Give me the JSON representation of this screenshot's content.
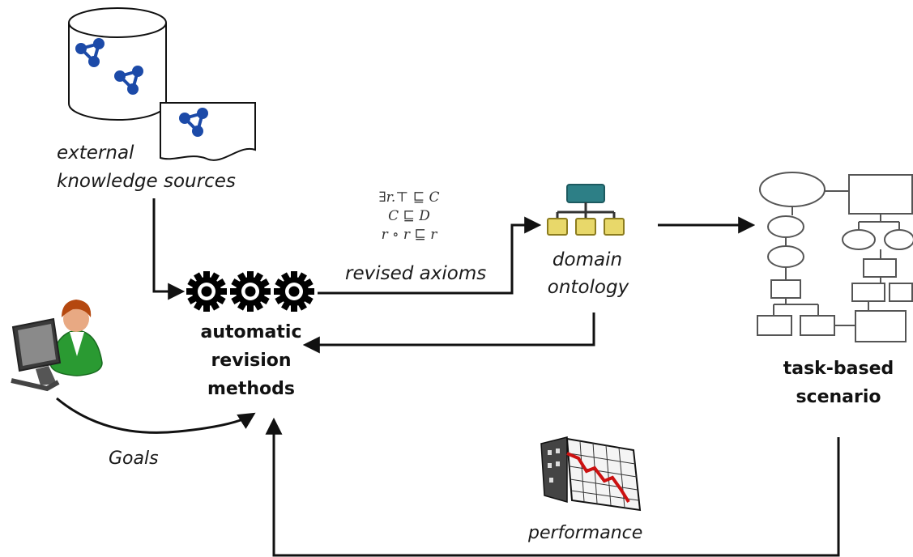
{
  "labels": {
    "external_sources": [
      "external",
      "knowledge sources"
    ],
    "axioms": [
      "∃r.⊤ ⊑ C",
      "C ⊑ D",
      "r ∘ r ⊑ r"
    ],
    "revised_axioms": "revised axioms",
    "domain_ontology": [
      "domain",
      "ontology"
    ],
    "revision_methods": [
      "automatic",
      "revision",
      "methods"
    ],
    "task_scenario": [
      "task-based",
      "scenario"
    ],
    "goals": "Goals",
    "performance": "performance"
  },
  "icons": {
    "database": "database-graph-icon",
    "document": "document-graph-icon",
    "gears": "gears-icon",
    "ontology": "ontology-hierarchy-icon",
    "flowchart": "flowchart-icon",
    "user": "user-at-computer-icon",
    "chart": "declining-chart-icon"
  },
  "colors": {
    "graph_node": "#1c4aa8",
    "ontology_root": "#2d7f86",
    "ontology_leaf": "#e8d86a",
    "chart_line": "#cc1111",
    "arrow": "#111111"
  }
}
